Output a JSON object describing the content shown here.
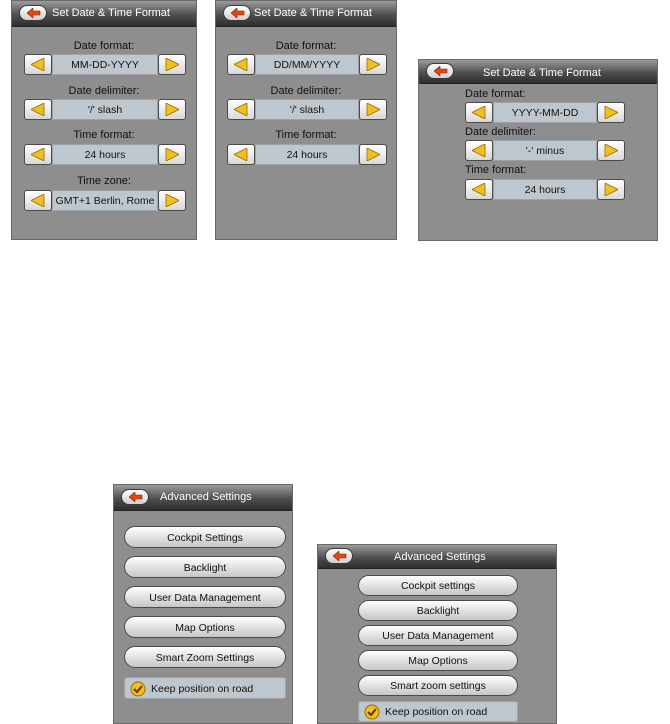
{
  "colors": {
    "panel": "#8e8e8e",
    "field": "#bfc7ce",
    "arrow": "#f0c020",
    "check": "#f0c020"
  },
  "icons": {
    "back": "back-arrow-icon",
    "left": "left-arrow-icon",
    "right": "right-arrow-icon",
    "check": "checkmark-icon"
  },
  "panel1": {
    "title": "Set Date & Time Format",
    "date_format_label": "Date format:",
    "date_format_value": "MM-DD-YYYY",
    "date_delimiter_label": "Date delimiter:",
    "date_delimiter_value": "'/' slash",
    "time_format_label": "Time format:",
    "time_format_value": "24 hours",
    "time_zone_label": "Time zone:",
    "time_zone_value": "GMT+1 Berlin, Rome"
  },
  "panel2": {
    "title": "Set Date & Time Format",
    "date_format_label": "Date format:",
    "date_format_value": "DD/MM/YYYY",
    "date_delimiter_label": "Date delimiter:",
    "date_delimiter_value": "'/' slash",
    "time_format_label": "Time format:",
    "time_format_value": "24 hours"
  },
  "panel3": {
    "title": "Set Date & Time Format",
    "date_format_label": "Date format:",
    "date_format_value": "YYYY-MM-DD",
    "date_delimiter_label": "Date delimiter:",
    "date_delimiter_value": "'-' minus",
    "time_format_label": "Time format:",
    "time_format_value": "24 hours"
  },
  "panel4": {
    "title": "Advanced Settings",
    "items": [
      "Cockpit Settings",
      "Backlight",
      "User Data Management",
      "Map Options",
      "Smart Zoom Settings"
    ],
    "keep_position": "Keep position on road"
  },
  "panel5": {
    "title": "Advanced Settings",
    "items": [
      "Cockpit settings",
      "Backlight",
      "User Data Management",
      "Map Options",
      "Smart zoom settings"
    ],
    "keep_position": "Keep position on road"
  }
}
